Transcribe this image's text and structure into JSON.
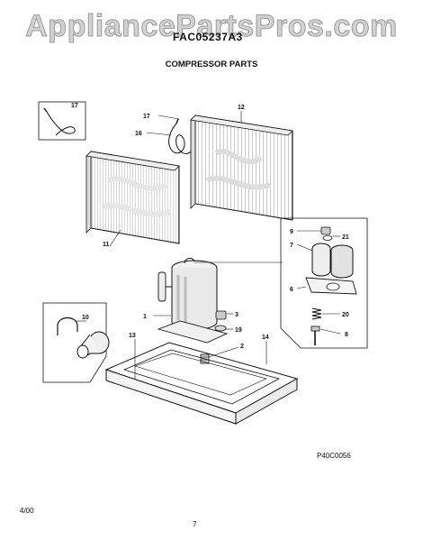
{
  "watermark": "AppliancePartsPros.com",
  "header": {
    "model": "FAC05237A3",
    "title": "COMPRESSOR PARTS"
  },
  "diagram_code": "P40C0056",
  "footer": {
    "date": "4/00",
    "page": "7"
  },
  "callouts": {
    "c1": "1",
    "c2": "2",
    "c3": "3",
    "c6": "6",
    "c7": "7",
    "c8": "8",
    "c9": "9",
    "c10": "10",
    "c11": "11",
    "c12": "12",
    "c13": "13",
    "c14": "14",
    "c16": "16",
    "c17a": "17",
    "c17b": "17",
    "c19": "19",
    "c20": "20",
    "c21": "21"
  }
}
